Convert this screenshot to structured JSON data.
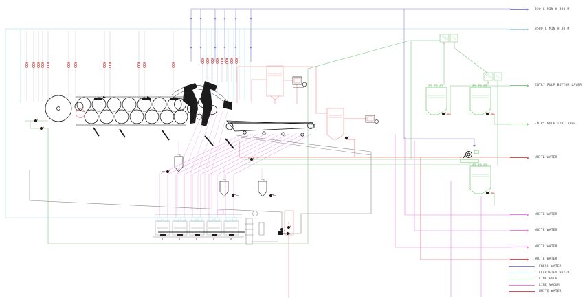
{
  "colors": {
    "fresh_water": "#8486d6",
    "clarified_water": "#9cd8ea",
    "pulp": "#7cc87c",
    "vacuum": "#e87fe8",
    "vacuum_pink": "#f2aade",
    "white_water": "#d85050",
    "white_water_light": "#ee8e8e",
    "machine": "#1c1c1c",
    "drain_gray": "#8a8a8a"
  },
  "top_labels": [
    {
      "text": "350 L MIN H 300 M"
    },
    {
      "text": "3500 L MIN H 40 M"
    }
  ],
  "right_labels": [
    {
      "text": "ENTRY PULP BOTTOM LAYER"
    },
    {
      "text": "ENTRY PULP TOP LAYER"
    },
    {
      "text": "WHITE WATER"
    },
    {
      "text": "WHITE WATER"
    },
    {
      "text": "WHITE WATER"
    },
    {
      "text": "WHITE WATER"
    },
    {
      "text": "WHITE WATER"
    }
  ],
  "legend": {
    "items": [
      {
        "label": "FRESH WATER",
        "color": "#8486d6"
      },
      {
        "label": "CLARIFIED WATER",
        "color": "#9cd8ea"
      },
      {
        "label": "LINE PULP",
        "color": "#7cc87c"
      },
      {
        "label": "LINE VACUM",
        "color": "#e87fe8"
      },
      {
        "label": "WHITE WATER",
        "color": "#d85050"
      }
    ]
  },
  "equipment_tags": {
    "pump_tag": "06"
  }
}
